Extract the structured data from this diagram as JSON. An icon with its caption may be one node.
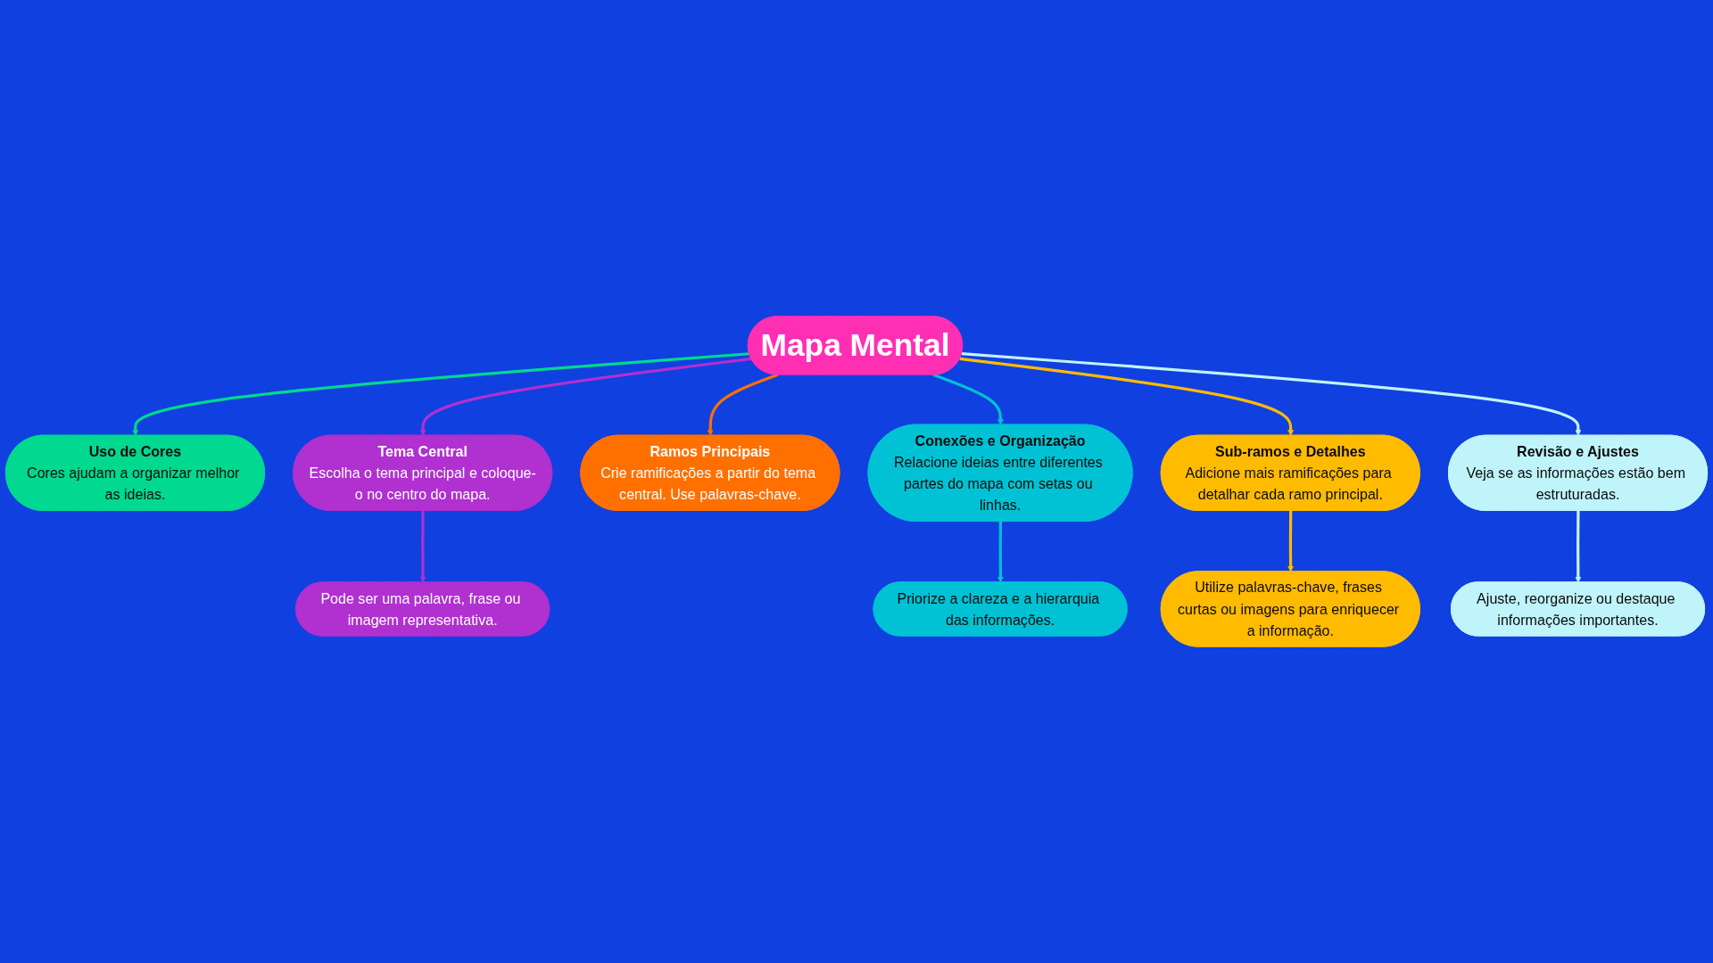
{
  "diagram": {
    "nodes": [
      {
        "text": [
          "Mapa Mental"
        ]
      },
      {
        "text": [
          "Uso de Cores",
          "Cores ajudam a organizar melhor as ideias."
        ]
      },
      {
        "text": [
          "Tema Central",
          "Escolha o tema principal e coloque-o no centro do mapa."
        ]
      },
      {
        "text": [
          "Pode ser uma palavra, frase ou imagem representativa."
        ]
      },
      {
        "text": [
          "Ramos Principais",
          "Crie ramificações a partir do tema central. Use palavras-chave."
        ]
      },
      {
        "text": [
          "Priorize a clareza e a hierarquia das informações."
        ]
      },
      {
        "text": [
          "Conexões e Organização",
          "Relacione ideias entre diferentes partes do mapa com setas ou linhas."
        ]
      },
      {
        "text": [
          "Utilize palavras-chave, frases curtas ou imagens para enriquecer a informação."
        ]
      },
      {
        "text": [
          "Sub-ramos e Detalhes",
          "Adicione mais ramificações para detalhar cada ramo principal."
        ]
      },
      {
        "text": [
          "Revisão e Ajustes",
          "Veja se as informações estão bem estruturadas."
        ]
      },
      {
        "text": [
          "Ajuste, reorganize ou destaque informações importantes."
        ]
      }
    ],
    "edges": [
      {
        "from": 0,
        "to": 1,
        "arrow": "to",
        "color": "#00d98f"
      },
      {
        "from": 0,
        "to": 2,
        "arrow": "to",
        "color": "#b030d0"
      },
      {
        "from": 2,
        "to": 3,
        "arrow": "to",
        "color": "#b030d0"
      },
      {
        "from": 0,
        "to": 4,
        "arrow": "to",
        "color": "#ff7000"
      },
      {
        "from": 6,
        "to": 5,
        "arrow": "to",
        "color": "#00c2d4"
      },
      {
        "from": 0,
        "to": 6,
        "arrow": "to",
        "color": "#00c2d4"
      },
      {
        "from": 0,
        "to": 8,
        "arrow": "to",
        "color": "#ffbb00"
      },
      {
        "from": 8,
        "to": 7,
        "arrow": "to",
        "color": "#ffbb00"
      },
      {
        "from": 0,
        "to": 9,
        "arrow": "to",
        "color": "#c0f4fb"
      },
      {
        "from": 9,
        "to": 10,
        "arrow": "to",
        "color": "#c0f4fb"
      }
    ]
  }
}
